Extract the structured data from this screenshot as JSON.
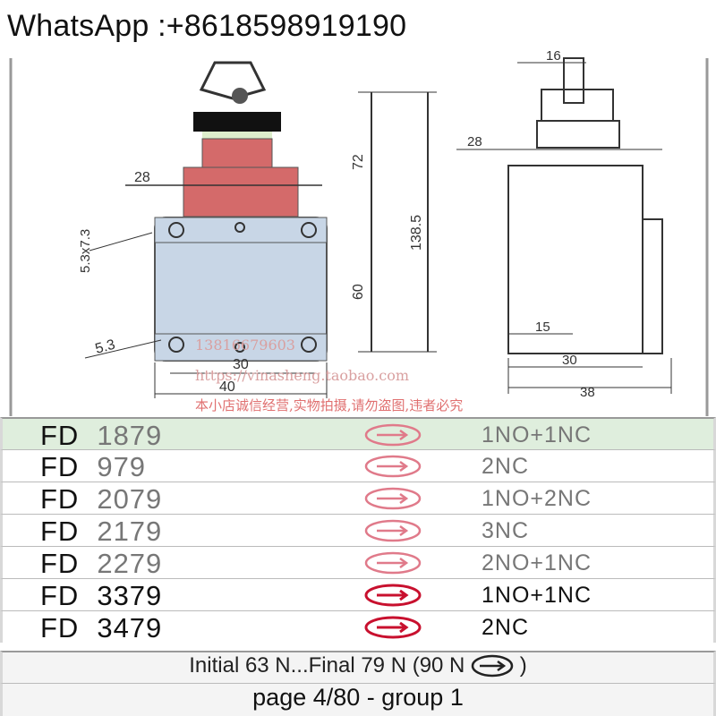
{
  "header": {
    "contact": "WhatsApp :+8618598919190"
  },
  "drawing": {
    "front": {
      "width_top": "28",
      "label_slot": "5.3x7.3",
      "hole": "5.3",
      "dim_72": "72",
      "dim_60": "60",
      "dim_138": "138.5",
      "width_30": "30",
      "width_40": "40"
    },
    "side": {
      "dim_16": "16",
      "dim_28": "28",
      "dim_15": "15",
      "dim_30": "30",
      "dim_38": "38"
    }
  },
  "watermarks": {
    "phone": "13816679603",
    "url": "https://vinasheng.taobao.com",
    "notice": "本小店诚信经营,实物拍摄,请勿盗图,违者必究"
  },
  "table": {
    "rows": [
      {
        "prefix": "FD",
        "number": "1879",
        "contacts": "1NO+1NC",
        "style": "hl"
      },
      {
        "prefix": "FD",
        "number": "979",
        "contacts": "2NC",
        "style": "light"
      },
      {
        "prefix": "FD",
        "number": "2079",
        "contacts": "1NO+2NC",
        "style": "light"
      },
      {
        "prefix": "FD",
        "number": "2179",
        "contacts": "3NC",
        "style": "light"
      },
      {
        "prefix": "FD",
        "number": "2279",
        "contacts": "2NO+1NC",
        "style": "light"
      },
      {
        "prefix": "FD",
        "number": "3379",
        "contacts": "1NO+1NC",
        "style": "dark"
      },
      {
        "prefix": "FD",
        "number": "3479",
        "contacts": "2NC",
        "style": "dark"
      }
    ],
    "footer_force_start": "Initial 63 N...Final 79 N (90 N",
    "footer_force_end": ")",
    "footer_page": "page 4/80 - group 1"
  },
  "colors": {
    "arrow_light": "#e07a8a",
    "arrow_dark": "#c8102e",
    "highlight": "#dfeedd"
  }
}
